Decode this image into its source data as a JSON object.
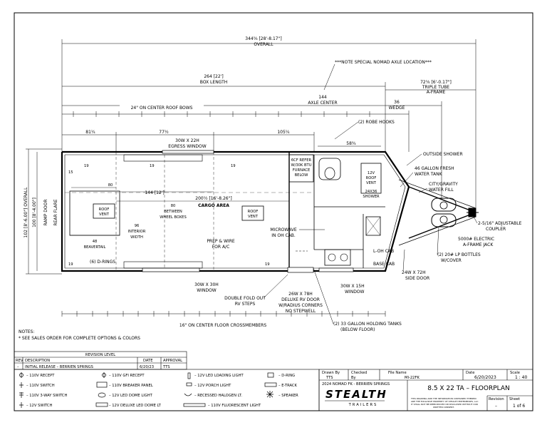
{
  "dims": {
    "overall": "344⅝ [28'-8.17\"]",
    "overall_sub": "OVERALL",
    "axle_note": "***NOTE SPECIAL NOMAD AXLE LOCATION***",
    "box_length": "264 [22']",
    "box_length_sub": "BOX LENGTH",
    "triple_tube": "72⅝ [6'-0.17\"]",
    "triple_tube_sub1": "TRIPLE TUBE",
    "triple_tube_sub2": "A-FRAME",
    "axle_center": "144",
    "axle_center_sub": "AXLE CENTER",
    "roof_bows": "24\" ON CENTER ROOF BOWS",
    "wedge": "36",
    "wedge_sub": "WEDGE",
    "d81": "81¼",
    "d77": "77½",
    "d105": "105¼",
    "d58": "58¾",
    "egress": "30W X 22H",
    "egress_sub": "EGRESS WINDOW",
    "d15": "15",
    "d19a": "19",
    "d19b": "19",
    "d19c": "19",
    "d19d": "19",
    "d19e": "19",
    "d80a": "80",
    "d144": "144 [12']",
    "d80b": "80",
    "cargo": "200½ [16'-8.26\"]",
    "cargo_sub": "CARGO AREA",
    "d96": "96",
    "d96_sub1": "INTERIOR",
    "d96_sub2": "WIDTH",
    "between1": "BETWEEN",
    "between2": "WHEEL BOXES",
    "d48": "48",
    "beavertail": "BEAVERTAIL",
    "d_rings": "(6) D-RINGS",
    "overall_width": "102 [8'-6.00\"] OVERALL",
    "ramp_width": "100 [8'-4.00\"]",
    "ramp_door": "RAMP DOOR",
    "rear_flare": "REAR FLARE"
  },
  "labels": {
    "roof_vent": "ROOF",
    "roof_vent2": "VENT",
    "roof_vent_b": "ROOF",
    "roof_vent_b2": "VENT",
    "prep_wire": "PREP & WIRE",
    "prep_wire2": "FOR A/C",
    "microwave": "MICROWAVE",
    "microwave2": "IN OH CAB.",
    "refer1": "6CF REFER",
    "refer2": "W/30K BTU",
    "refer3": "FURNACE",
    "refer4": "BELOW",
    "robe_hooks": "(2) ROBE HOOKS",
    "roof_vent_c1": "12V",
    "roof_vent_c2": "ROOF",
    "roof_vent_c3": "VENT",
    "shower1": "24X36",
    "shower2": "SHOWER",
    "outside_shower": "OUTSIDE SHOWER",
    "fresh1": "46 GALLON FRESH",
    "fresh2": "WATER TANK",
    "city1": "CITY/GRAVITY",
    "city2": "WATER FILL",
    "coupler1": "2-5/16\" ADJUSTABLE",
    "coupler2": "COUPLER",
    "jack1": "5000# ELECTRIC",
    "jack2": "A-FRAME JACK",
    "lp1": "(2) 20# LP BOTTLES",
    "lp2": "W/COVER",
    "l_oh_cab": "L-OH CAB",
    "base_cab": "BASE CAB",
    "side_door1": "24W X 72H",
    "side_door2": "SIDE DOOR",
    "win30x15a": "30W X 15H",
    "win30x15b": "WINDOW",
    "rv_door1": "26W X 78H",
    "rv_door2": "DELUXE RV DOOR",
    "rv_door3": "W/RADIUS CORNERS",
    "rv_door4": "NO STEPWELL",
    "steps1": "DOUBLE FOLD OUT",
    "steps2": "RV STEPS",
    "win30x30a": "30W X 30H",
    "win30x30b": "WINDOW",
    "tanks1": "(2) 33 GALLON HOLDING TANKS",
    "tanks2": "(BELOW FLOOR)",
    "crossmembers": "16\" ON CENTER FLOOR CROSSMEMBERS"
  },
  "notes": {
    "title": "NOTES:",
    "line1": "* SEE SALES ORDER FOR COMPLETE OPTIONS & COLORS"
  },
  "revision": {
    "header": "REVISION LEVEL",
    "columns": [
      "REV",
      "DESCRIPTION",
      "DATE",
      "APPROVAL"
    ],
    "row": [
      "–",
      "INITIAL RELEASE – BERRIEN SPRINGS",
      "6/20/23",
      "TTS"
    ]
  },
  "legend": [
    [
      "– 110V RECEPT",
      "– 110V GFI RECEPT",
      "– 12V LED LOADING LIGHT",
      "– D-RING"
    ],
    [
      "– 110V SWITCH",
      "– 110V BREAKER PANEL",
      "– 12V PORCH LIGHT",
      "– E-TRACK"
    ],
    [
      "– 110V 3-WAY SWITCH",
      "– 12V LED DOME LIGHT",
      "– RECESSED HALOGEN LT.",
      "– SPEAKER"
    ],
    [
      "– 12V SWITCH",
      "– 12V DELUXE LED DOME LT",
      "– 110V FLUORESCENT LIGHT",
      ""
    ]
  ],
  "title_block": {
    "drawn_by_label": "Drawn By",
    "drawn_by": "TTS",
    "checked_label": "Checked",
    "checked_by": "By",
    "file_label": "File Name",
    "file": "MI-22FK",
    "date_label": "Date",
    "date": "6/20/2023",
    "scale_label": "Scale",
    "scale": "1 : 40",
    "model": "2024 NOMAD FK - BERRIEN SPRINGS",
    "title": "8.5 X 22 TA – FLOORPLAN",
    "brand": "STEALTH",
    "brand_sub": "TRAILERS",
    "disclaimer1": "THIS DRAWING AND THE INFORMATION CONTAINED THEREIN",
    "disclaimer2": "ARE THE EXCLUSIVE PROPERTY OF STEALTH ENTERPRISES, LLC",
    "disclaimer3": "IT SHALL NOT BE REPRODUCED OR DISCLOSED WITHOUT OUR",
    "disclaimer4": "WRITTEN CONSENT.",
    "revision_label": "Revision",
    "revision": "–",
    "sheet_label": "Sheet",
    "sheet": "1 of 6"
  }
}
